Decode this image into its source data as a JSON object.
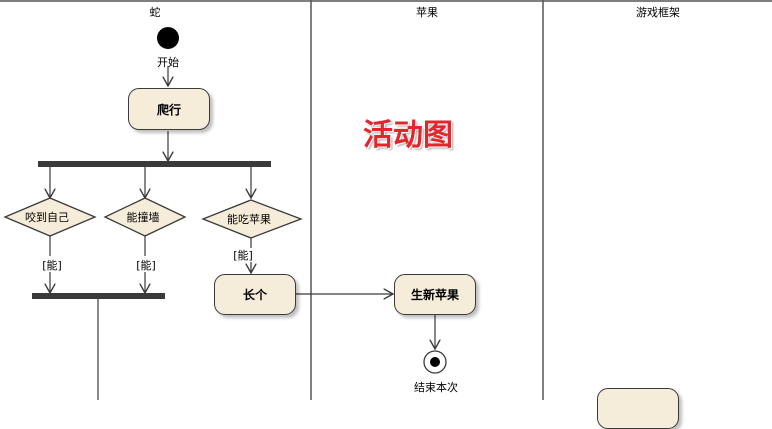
{
  "lanes": {
    "snake": "蛇",
    "apple": "苹果",
    "framework": "游戏框架"
  },
  "start_label": "开始",
  "actions": {
    "crawl": "爬行",
    "grow": "长个",
    "new_apple": "生新苹果"
  },
  "decisions": {
    "bite_self": "咬到自己",
    "hit_wall": "能撞墙",
    "eat_apple": "能吃苹果"
  },
  "guards": {
    "g1": "[能]",
    "g2": "[能]",
    "g3": "[能]"
  },
  "end_label": "结束本次",
  "watermark": "活动图",
  "colors": {
    "node_fill": "#f5ecd9",
    "watermark": "#e3262e",
    "line": "#3a3a3a"
  }
}
